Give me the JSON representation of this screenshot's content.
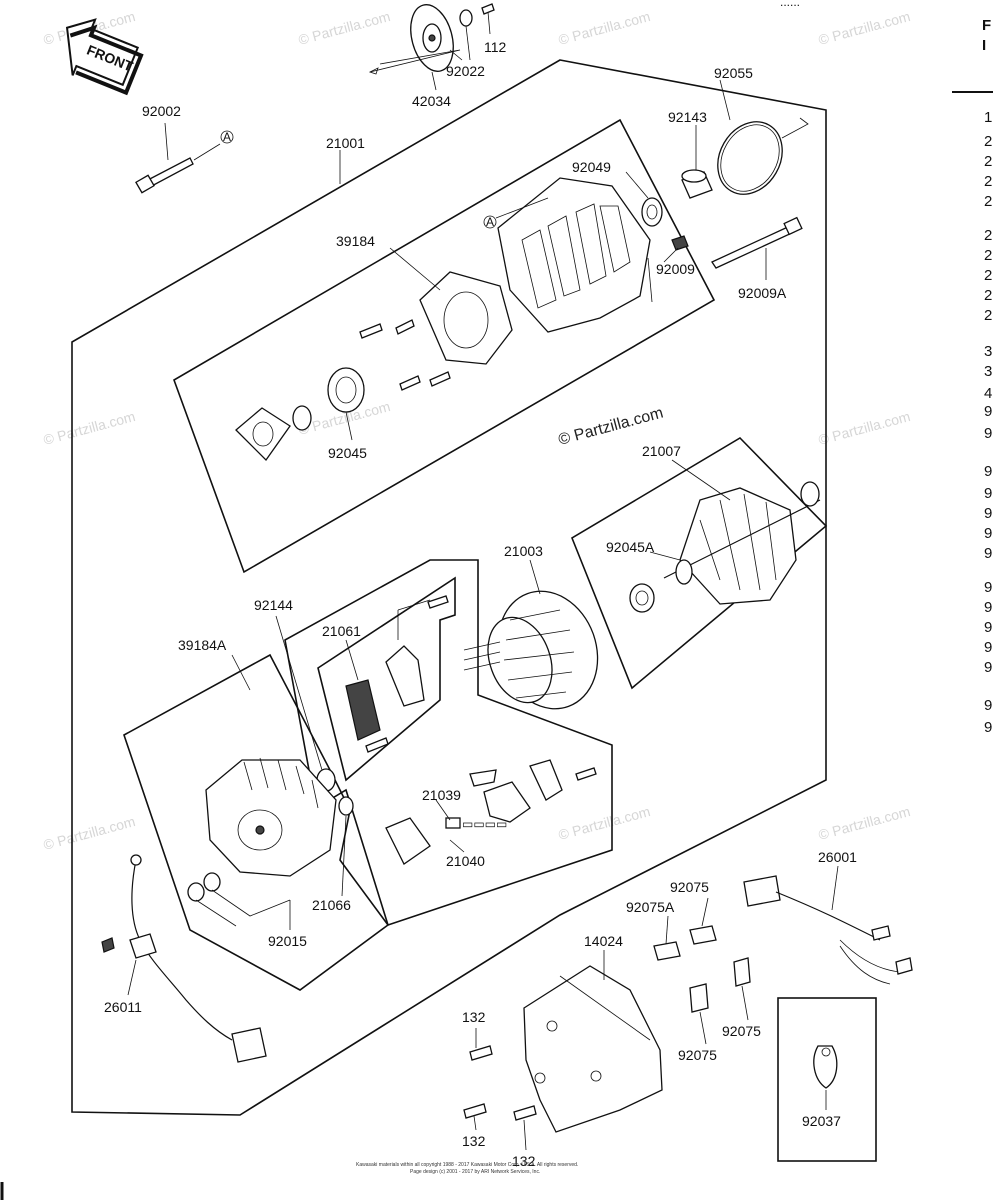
{
  "front_label": "FRONT",
  "watermark_text": "© Partzilla.com",
  "watermark_center": "© Partzilla.com",
  "copyright_line1": "Kawasaki materials within all copyright 1988 - 2017 Kawasaki Motor Corp. U.S.A. All rights reserved.",
  "copyright_line2": "Page design (c) 2001 - 2017 by ARI Network Services, Inc.",
  "header_fragment": "......",
  "right_edge_header": [
    "F",
    "I"
  ],
  "right_edge_list": [
    "1",
    "2",
    "2",
    "2",
    "2",
    "2",
    "2",
    "2",
    "2",
    "2",
    "3",
    "3",
    "4",
    "9",
    "9",
    "9",
    "9",
    "9",
    "9",
    "9",
    "9",
    "9",
    "9",
    "9",
    "9",
    "9",
    "9"
  ],
  "parts": {
    "p112": "112",
    "p92022": "92022",
    "p42034": "42034",
    "p92002": "92002",
    "p21001": "21001",
    "p92055": "92055",
    "p92143": "92143",
    "p92049": "92049",
    "p39184": "39184",
    "p92009": "92009",
    "p92009A": "92009A",
    "p92045": "92045",
    "p21007": "21007",
    "p21003": "21003",
    "p92045A": "92045A",
    "p92144": "92144",
    "p21061": "21061",
    "p39184A": "39184A",
    "p21039": "21039",
    "p21040": "21040",
    "p21066": "21066",
    "p92015": "92015",
    "p26011": "26011",
    "p26001": "26001",
    "p92075_a": "92075",
    "p92075A": "92075A",
    "p14024": "14024",
    "p132_a": "132",
    "p132_b": "132",
    "p132_c": "132",
    "p92075_b": "92075",
    "p92075_c": "92075",
    "p92037": "92037"
  },
  "ref_marker": "A"
}
